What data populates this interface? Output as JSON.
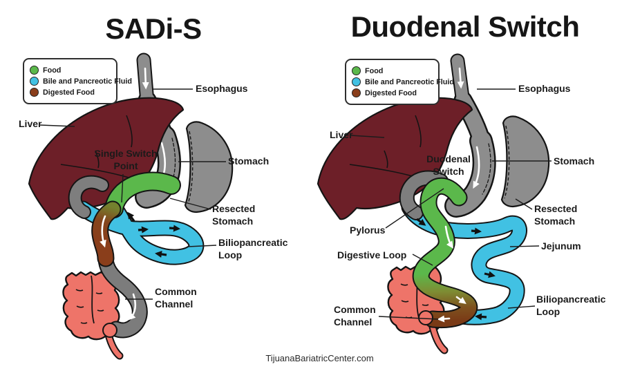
{
  "page": {
    "background": "#ffffff",
    "footer_text": "TijuanaBariatricCenter.com"
  },
  "palette": {
    "liver": "#6d1f28",
    "stomach_gray": "#8d8d8d",
    "channel_gray": "#7c7c7c",
    "food_green": "#5bb84b",
    "bile_blue": "#41c1e3",
    "digested_brown": "#8a3e1b",
    "intestine_pink": "#ee7469",
    "outline": "#141414",
    "label_text": "#1a1a1a"
  },
  "legend": {
    "items": [
      {
        "label": "Food",
        "color": "#5bb84b"
      },
      {
        "label": "Bile and Pancreotic Fluid",
        "color": "#41c1e3"
      },
      {
        "label": "Digested Food",
        "color": "#8a3e1b"
      }
    ]
  },
  "panels": [
    {
      "title": "SADi-S",
      "labels": {
        "esophagus": "Esophagus",
        "liver": "Liver",
        "single_switch_point": "Single Switch Point",
        "stomach": "Stomach",
        "resected_stomach": "Resected Stomach",
        "biliopancreatic_loop": "Biliopancreatic Loop",
        "common_channel": "Common Channel"
      }
    },
    {
      "title": "Duodenal Switch",
      "labels": {
        "esophagus": "Esophagus",
        "liver": "Liver",
        "duodenal_switch": "Duodenal Switch",
        "stomach": "Stomach",
        "resected_stomach": "Resected Stomach",
        "pylorus": "Pylorus",
        "jejunum": "Jejunum",
        "digestive_loop": "Digestive Loop",
        "biliopancreatic_loop": "Biliopancreatic Loop",
        "common_channel": "Common Channel"
      }
    }
  ]
}
